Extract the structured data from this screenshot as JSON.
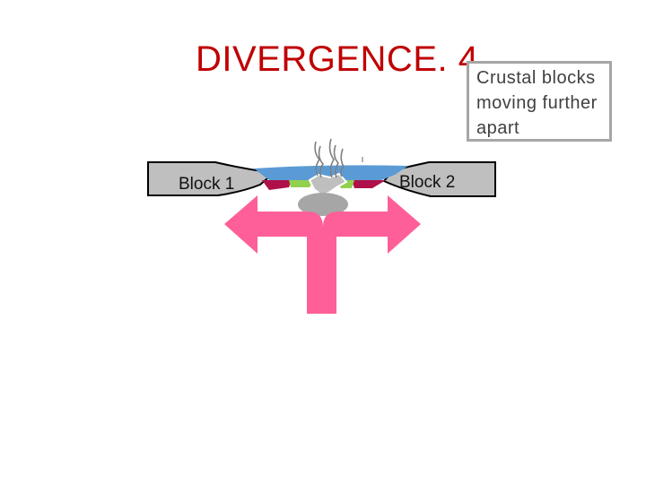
{
  "title": "DIVERGENCE. 4",
  "caption": "Crustal blocks moving further apart",
  "labels": {
    "block1": "Block 1",
    "block2": "Block 2"
  },
  "colors": {
    "title": "#c00000",
    "block_fill": "#bfbfbf",
    "water": "#5b9bd5",
    "arrow": "#ff5f98",
    "magma": "#a6a6a6",
    "crust_red": "#b0104a",
    "crust_green": "#92d050"
  }
}
